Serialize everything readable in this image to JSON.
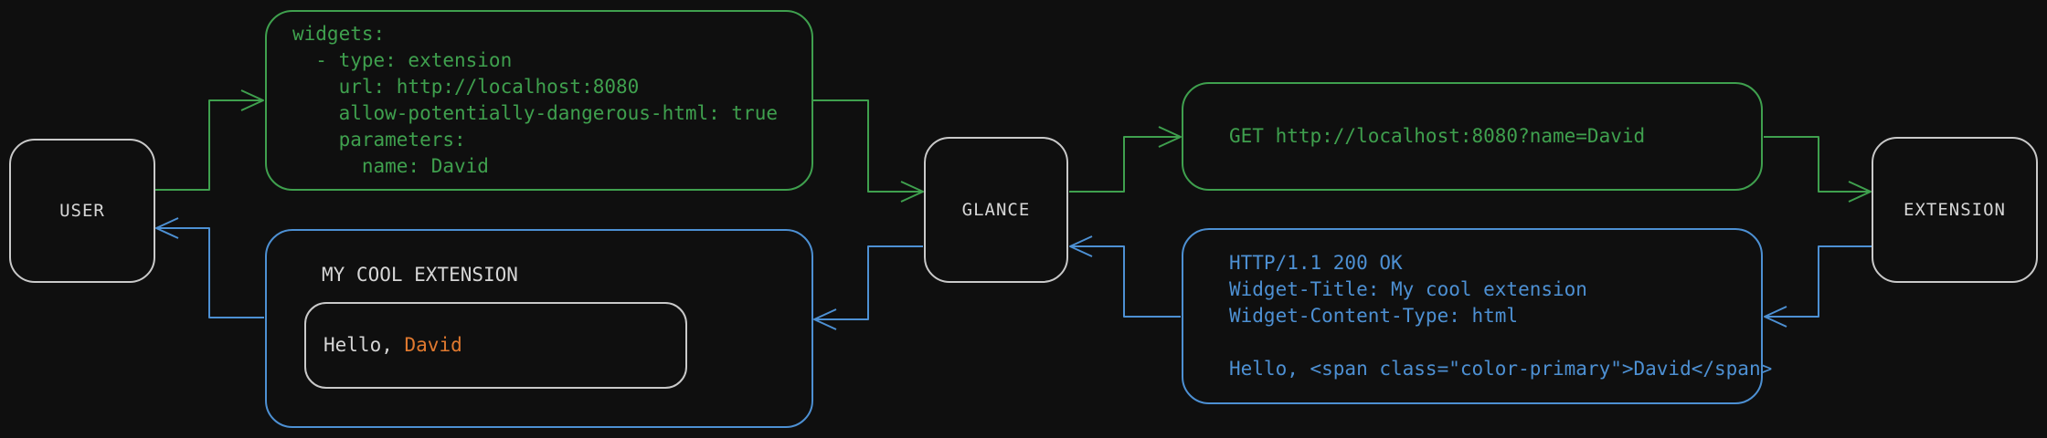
{
  "diagram": {
    "colors": {
      "request_flow": "#3fa04e",
      "response_flow": "#4d90d3",
      "accent": "#e0792f",
      "node_border": "#c9c9c9",
      "text": "#d6d6d6",
      "background": "#0f0f0f"
    },
    "nodes": {
      "user": {
        "label": "USER"
      },
      "glance": {
        "label": "GLANCE"
      },
      "extension": {
        "label": "EXTENSION"
      }
    },
    "config_box": {
      "lines": [
        "widgets:",
        "  - type: extension",
        "    url: http://localhost:8080",
        "    allow-potentially-dangerous-html: true",
        "    parameters:",
        "      name: David"
      ]
    },
    "request_box": {
      "text": "GET http://localhost:8080?name=David"
    },
    "response_box": {
      "lines": [
        "HTTP/1.1 200 OK",
        "Widget-Title: My cool extension",
        "Widget-Content-Type: html",
        "",
        "Hello, <span class=\"color-primary\">David</span>"
      ]
    },
    "widget_preview": {
      "title": "MY COOL EXTENSION",
      "greeting_prefix": "Hello, ",
      "greeting_name": "David"
    },
    "edges": [
      {
        "from": "user",
        "to": "config_box",
        "flow": "request"
      },
      {
        "from": "config_box",
        "to": "glance",
        "flow": "request"
      },
      {
        "from": "glance",
        "to": "request_box",
        "flow": "request"
      },
      {
        "from": "request_box",
        "to": "extension",
        "flow": "request"
      },
      {
        "from": "extension",
        "to": "response_box",
        "flow": "response"
      },
      {
        "from": "response_box",
        "to": "glance",
        "flow": "response"
      },
      {
        "from": "glance",
        "to": "widget_preview",
        "flow": "response"
      },
      {
        "from": "widget_preview",
        "to": "user",
        "flow": "response"
      }
    ]
  }
}
